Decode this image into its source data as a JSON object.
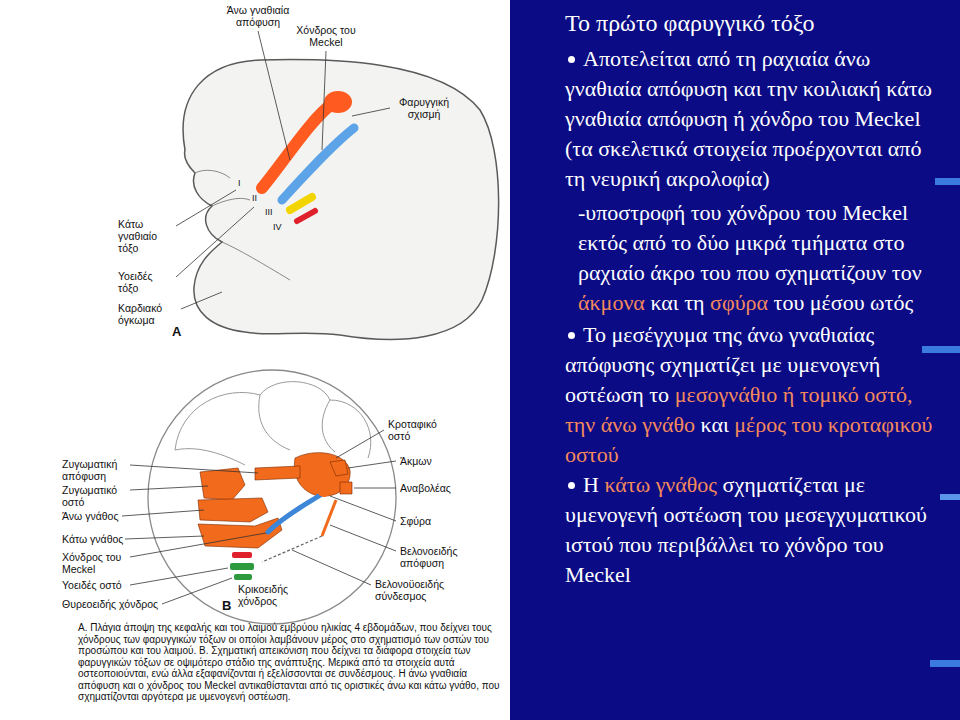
{
  "diagram": {
    "title": "Το πρώτο φαρυγγικό τόξο",
    "caption": "A. Πλάγια άποψη της κεφαλής και του λαιμού εμβρύου ηλικίας 4 εβδομάδων, που δείχνει τους χόνδρους των φαρυγγικών τόξων οι οποίοι λαμβάνουν μέρος στο σχηματισμό των οστών του προσώπου και του λαιμού. B. Σχηματική απεικόνιση που δείχνει τα διάφορα στοιχεία των φαρυγγικών τόξων σε οψιμότερο στάδιο της ανάπτυξης. Μερικά από τα στοιχεία αυτά οστεοποιούνται, ενώ άλλα εξαφανίζονται ή εξελίσσονται σε συνδέσμους. Η άνω γναθιαία απόφυση και ο χόνδρος του Meckel αντικαθίστανται από τις οριστικές άνω και κάτω γνάθο, που σχηματίζονται αργότερα με υμενογενή οστέωση.",
    "labels": [
      "Άνω γναθιαία απόφυση",
      "Χόνδρος του Meckel",
      "Φαρυγγική σχισμή",
      "Κάτω γναθιαίο τόξο",
      "Υοειδές τόξο",
      "Καρδιακό όγκωμα",
      "A",
      "I",
      "II",
      "III",
      "IV",
      "Κροταφικό οστό",
      "Άκμων",
      "Αναβολέας",
      "Σφύρα",
      "Βελονοειδής απόφυση",
      "Βελονοϋοειδής σύνδεσμος",
      "Ζυγωματική απόφυση",
      "Ζυγωματικό οστό",
      "Άνω γνάθος",
      "Κάτω γνάθος",
      "Χόνδρος του Meckel",
      "Υοειδές οστό",
      "Θυρεοειδής χόνδρος",
      "Κρικοειδής χόνδρος",
      "B",
      "Αποτελείται από τη ραχιαία άνω γναθιαία απόφυση και την κοιλιακή κάτω γναθιαία απόφυση ή χόνδρο του Meckel (τα σκελετικά στοιχεία προέρχονται από τη νευρική ακρολοφία)",
      "-υποστροφή του χόνδρου του Meckel εκτός από το δύο μικρά τμήματα στο ραχιαίο άκρο του που σχηματίζουν τον",
      "άκμονα",
      "και τη",
      "σφύρα",
      "του μέσου ωτός",
      "Το μεσέγχυμα της άνω γναθιαίας απόφυσης σχηματίζει με υμενογενή οστέωση το",
      "μεσογνάθιο ή τομικό οστό, την άνω γνάθο",
      "και",
      "μέρος του κροταφικού οστού",
      "Η",
      "κάτω γνάθος",
      "σχηματίζεται με υμενογενή οστέωση του μεσεγχυματικού ιστού που περιβάλλει το χόνδρο του Meckel"
    ]
  }
}
